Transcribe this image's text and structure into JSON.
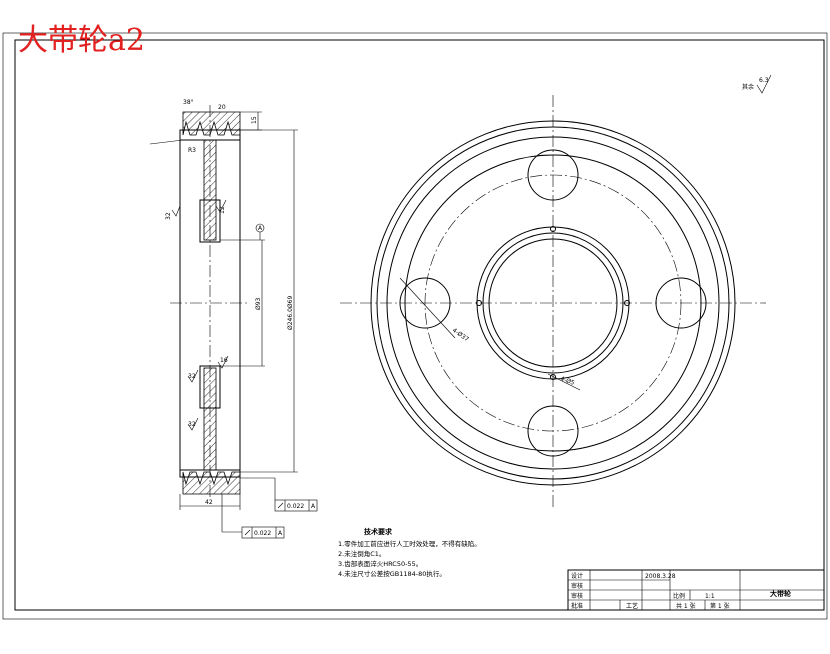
{
  "title": "大带轮a2",
  "roughness_global": {
    "label": "其余",
    "value": "6.3"
  },
  "side_view": {
    "dims": {
      "angle": "38°",
      "groove_width": "20",
      "groove_depth": "15",
      "root_radius": "R3",
      "outer_dia": "Ø246.0Ø69",
      "bore_dia": "Ø93",
      "rib_width": "12",
      "face_width": "42",
      "bottom_note": "2",
      "depth_note": "12",
      "slot_label": "2"
    },
    "roughness_labels": [
      "32",
      "16",
      "32",
      "32",
      "3.2",
      "6.3"
    ],
    "datum": "A",
    "runout_1": "0.022",
    "runout_2": "0.022",
    "datum_ref": "A"
  },
  "front_view": {
    "hole_callout": "4-Ø37",
    "small_hole_callout": "4-Ø5"
  },
  "tech_notes": {
    "heading": "技术要求",
    "items": [
      "1.零件加工前应进行人工时效处理，不得有缺陷。",
      "2.未注倒角C1。",
      "3.齿部表面淬火HRC50-55。",
      "4.未注尺寸公差按GB1184-80执行。"
    ]
  },
  "title_block": {
    "design": "设计",
    "check": "审核",
    "review": "审核",
    "approve": "批准",
    "date": "2008.3.28",
    "scale_label": "比例",
    "scale": "1:1",
    "part_name": "大带轮",
    "sheet": "共 1 张",
    "sheet_no": "第 1 张",
    "craft": "工艺"
  }
}
